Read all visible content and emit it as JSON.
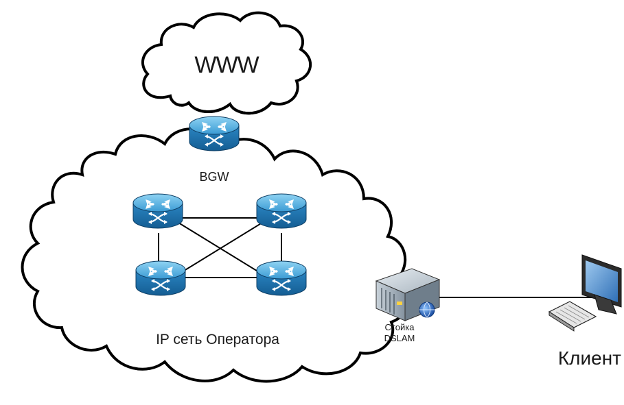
{
  "diagram": {
    "labels": {
      "internet": "WWW",
      "border_gateway": "BGW",
      "operator_network": "IP сеть Оператора",
      "dslam_line1": "Стойка",
      "dslam_line2": "DSLAM",
      "client": "Клиент"
    },
    "nodes": [
      {
        "id": "bgw",
        "kind": "router"
      },
      {
        "id": "r-top-left",
        "kind": "router"
      },
      {
        "id": "r-top-right",
        "kind": "router"
      },
      {
        "id": "r-bottom-left",
        "kind": "router"
      },
      {
        "id": "r-bottom-right",
        "kind": "router"
      },
      {
        "id": "dslam",
        "kind": "server-rack"
      },
      {
        "id": "client",
        "kind": "workstation"
      }
    ],
    "links": [
      [
        "r-top-left",
        "r-top-right"
      ],
      [
        "r-top-left",
        "r-bottom-left"
      ],
      [
        "r-top-left",
        "r-bottom-right"
      ],
      [
        "r-top-right",
        "r-bottom-left"
      ],
      [
        "r-top-right",
        "r-bottom-right"
      ],
      [
        "r-bottom-left",
        "r-bottom-right"
      ],
      [
        "dslam",
        "client"
      ]
    ],
    "colors": {
      "router_top": "#5fb7e0",
      "router_side": "#1f78b4",
      "outline": "#000000",
      "server_body": "#8a9aa8"
    }
  }
}
